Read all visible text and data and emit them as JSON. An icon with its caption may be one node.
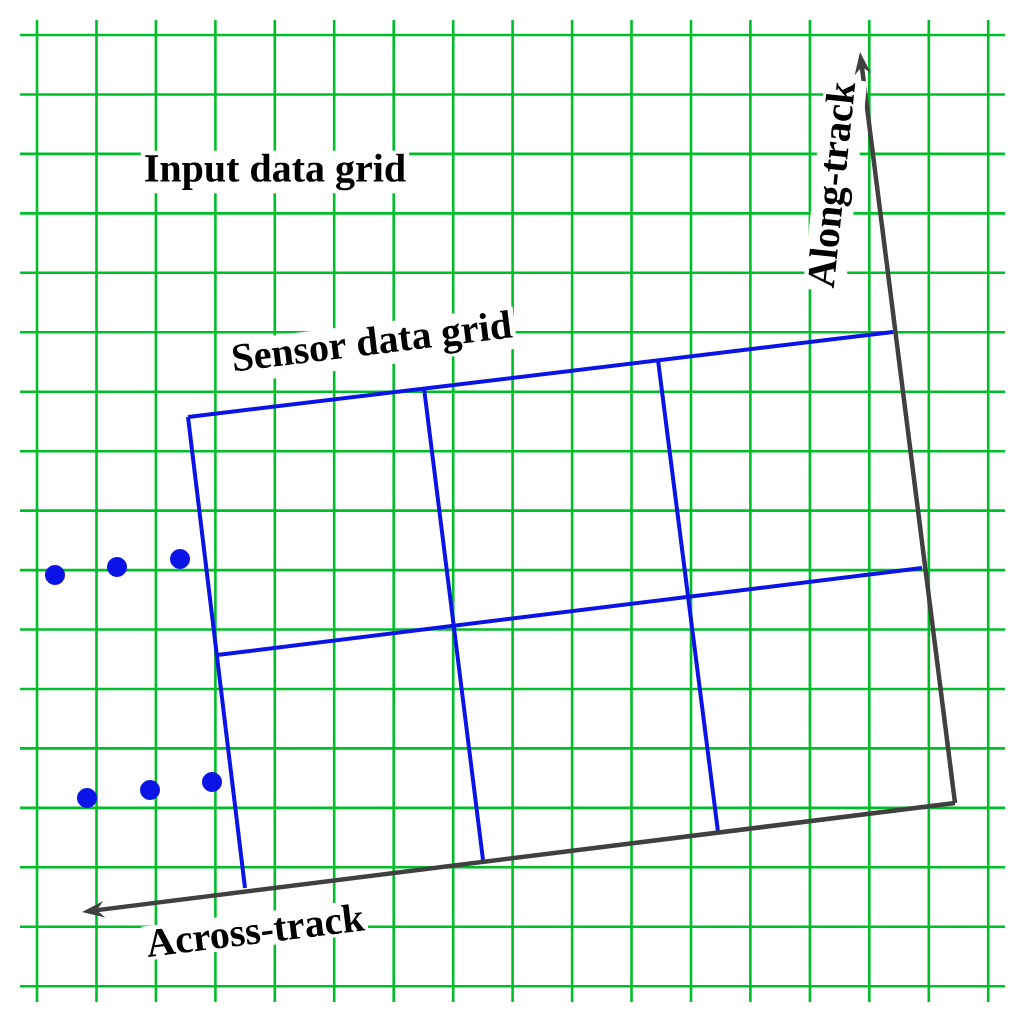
{
  "diagram": {
    "labels": [
      "Input data grid",
      "Sensor data grid",
      "Along-track",
      "Across-track"
    ]
  }
}
